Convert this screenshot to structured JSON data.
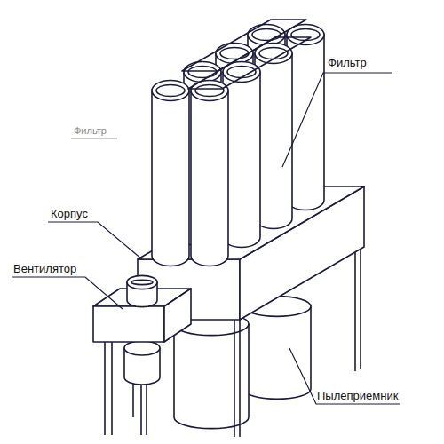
{
  "diagram": {
    "labels": [
      "Фильтр",
      "Фильтр",
      "Корпус",
      "Вентилятор",
      "Пылеприемник"
    ]
  }
}
